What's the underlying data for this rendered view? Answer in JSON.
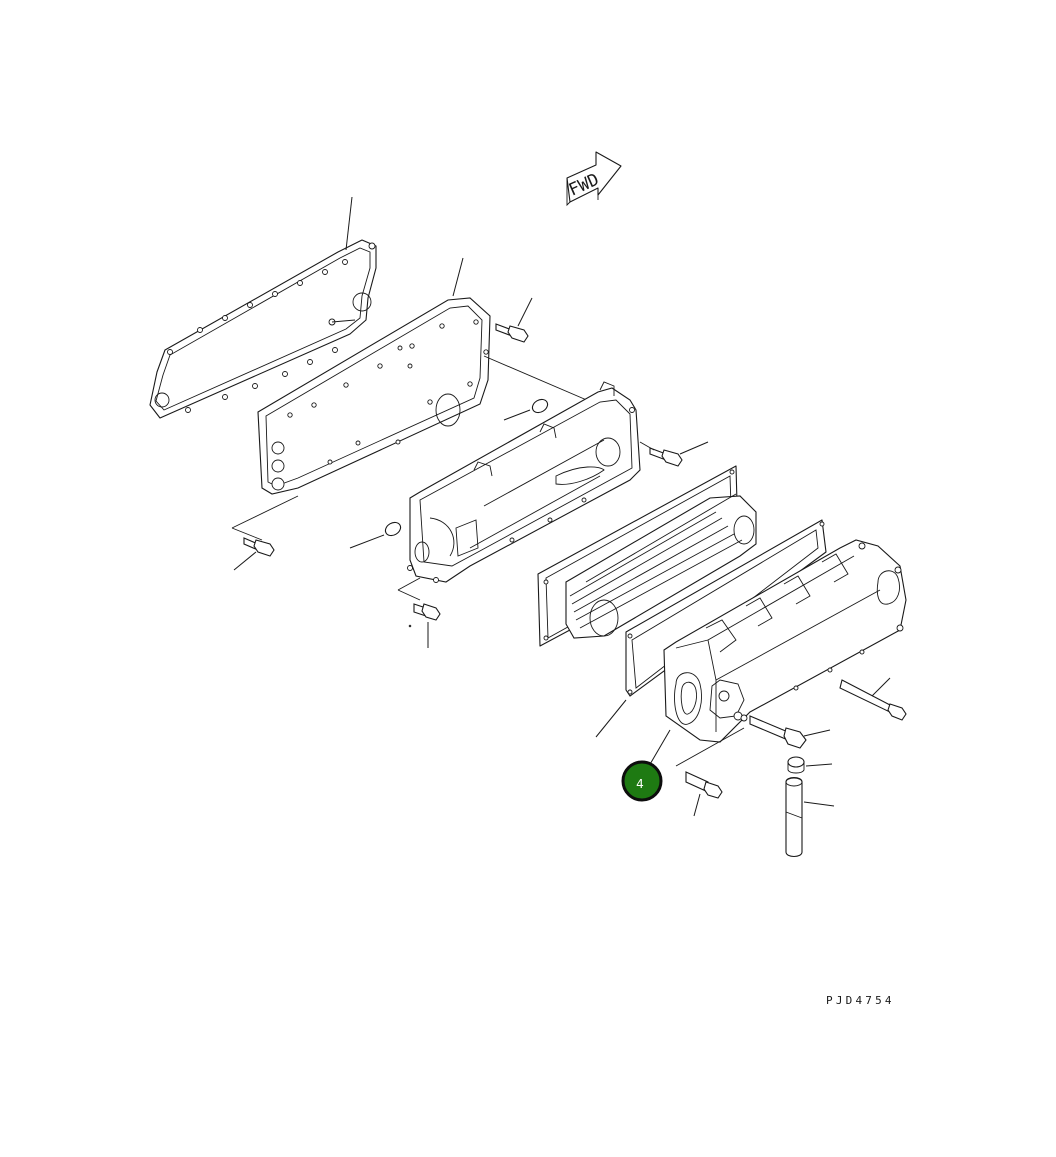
{
  "diagram": {
    "fwd_label": "FWD",
    "drawing_code": "PJD4754",
    "callouts": [
      {
        "label": "4",
        "fill": "#1e7a12"
      }
    ]
  }
}
